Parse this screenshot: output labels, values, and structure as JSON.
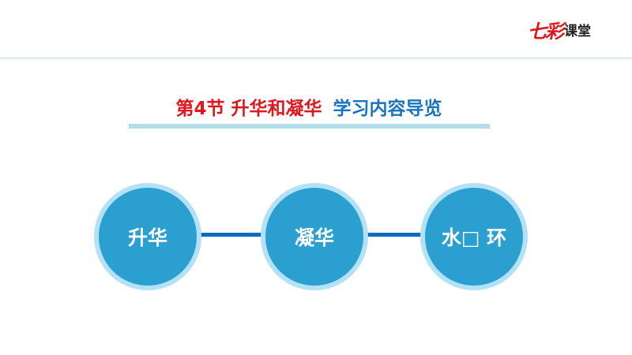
{
  "logo": {
    "brand": "七彩",
    "text": "课堂"
  },
  "title": {
    "part1": "第4节 升华和凝华",
    "part2": "学习内容导览"
  },
  "nodes": [
    {
      "label": "升华"
    },
    {
      "label": "凝华"
    },
    {
      "label": "水□ 环"
    }
  ],
  "colors": {
    "accent_red": "#e0161c",
    "accent_blue": "#1a73c0",
    "circle": "#2c9fd1",
    "ring": "#b3e1f5",
    "connector": "#0a6cc0"
  }
}
